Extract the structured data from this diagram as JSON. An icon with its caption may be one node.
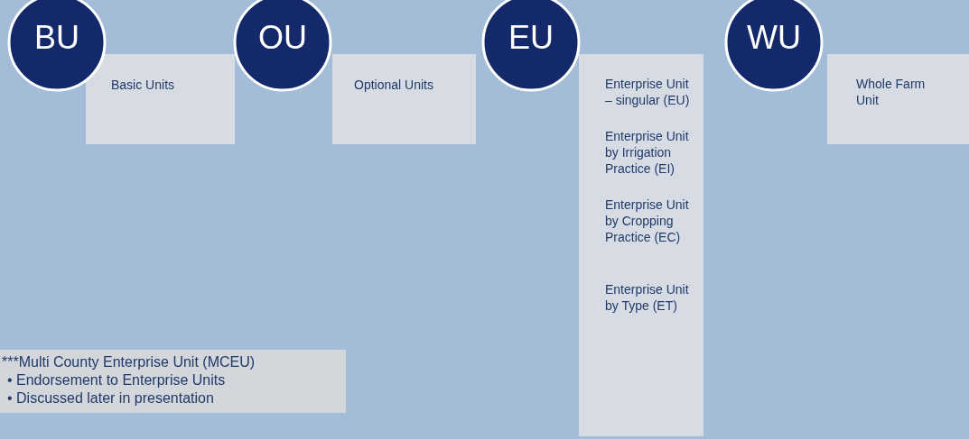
{
  "diagram": {
    "nodes": [
      {
        "text": [
          "BU"
        ]
      },
      {
        "text": [
          "Basic Units"
        ]
      },
      {
        "text": [
          "OU"
        ]
      },
      {
        "text": [
          "Optional Units"
        ]
      },
      {
        "text": [
          "EU"
        ]
      },
      {
        "text": [
          "Enterprise Unit – singular (EU)",
          "Enterprise Unit by Irrigation Practice (EI)",
          "Enterprise Unit by Cropping Practice (EC)",
          "Enterprise Unit by Type (ET)"
        ]
      },
      {
        "text": [
          "WU"
        ]
      },
      {
        "text": [
          "Whole Farm Unit"
        ]
      },
      {
        "text": [
          "***Multi County Enterprise Unit (MCEU)",
          "• Endorsement to Enterprise Units",
          "• Discussed later in presentation"
        ]
      }
    ],
    "edges": []
  }
}
